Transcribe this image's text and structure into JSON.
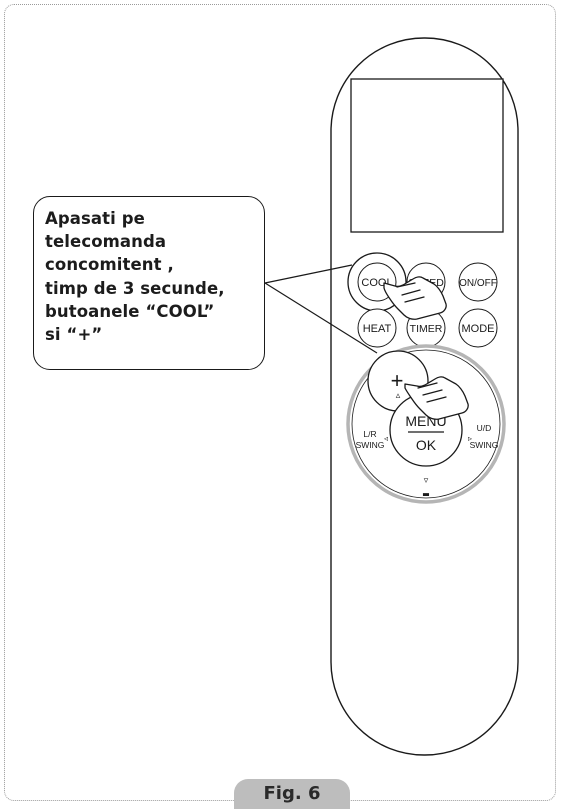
{
  "callout": {
    "text": "Apasati pe\ntelecomanda\nconcomitent ,\ntimp de 3 secunde,\nbutoanele “COOL”\nsi “+”"
  },
  "remote": {
    "buttons": {
      "cool": "COOL",
      "speed": "SPEED",
      "onoff": "ON/OFF",
      "heat": "HEAT",
      "timer": "TIMER",
      "mode": "MODE"
    },
    "dial": {
      "plus": "+",
      "minus": "-",
      "menu": "MENU",
      "ok": "OK",
      "lr_top": "L/R",
      "lr_bottom": "SWING",
      "ud_top": "U/D",
      "ud_bottom": "SWING",
      "up_arrow": "▵",
      "down_arrow": "▿",
      "left_arrow": "◃",
      "right_arrow": "▹"
    }
  },
  "figure": {
    "label": "Fig. 6"
  },
  "colors": {
    "outline": "#1a1a1a",
    "dial_ring": "#b5b5b5",
    "fig_tab": "#bdbdbd"
  },
  "icons": [
    "hand-pointer-icon"
  ]
}
